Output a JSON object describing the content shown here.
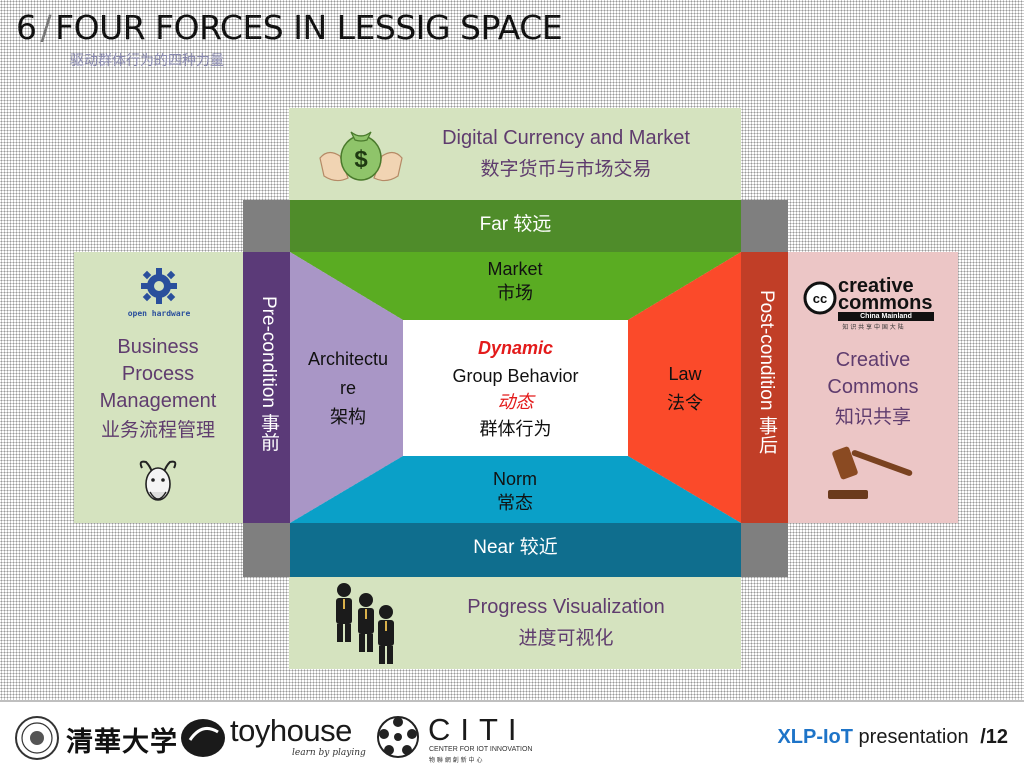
{
  "slide": {
    "number": "6",
    "slash": "/",
    "title": "FOUR FORCES IN LESSIG SPACE",
    "subtitle": "驱动群体行为的四种力量"
  },
  "top_panel": {
    "line1": "Digital Currency and Market",
    "line2": "数字货币与市场交易"
  },
  "far": "Far 较远",
  "near": "Near 较近",
  "market": {
    "en": "Market",
    "zh": "市场"
  },
  "architecture": {
    "en1": "Architectu",
    "en2": "re",
    "zh": "架构"
  },
  "law": {
    "en": "Law",
    "zh": "法令"
  },
  "norm": {
    "en": "Norm",
    "zh": "常态"
  },
  "center": {
    "line1": "Dynamic",
    "line2": "Group Behavior",
    "line3": "动态",
    "line4": "群体行为"
  },
  "pre": "Pre-condition 事前",
  "post": "Post-condition 事后",
  "left_panel": {
    "logo_text": "open hardware",
    "l1": "Business",
    "l2": "Process",
    "l3": "Management",
    "l4": "业务流程管理"
  },
  "right_panel": {
    "cc1": "creative",
    "cc2": "commons",
    "cc3": "China Mainland",
    "cc4": "知 识 共 享 中 国 大 陆",
    "l1": "Creative",
    "l2": "Commons",
    "l3": "知识共享"
  },
  "bottom_panel": {
    "line1": "Progress Visualization",
    "line2": "进度可视化"
  },
  "footer": {
    "tsinghua": "清華大学",
    "toyhouse": "toyhouse",
    "toyhouse_tag": "learn by playing",
    "citi": "CITI",
    "citi_sub1": "CENTER FOR IOT INNOVATION",
    "citi_sub2": "物 聯 網 創 新 中 心",
    "xlp": "XLP-IoT",
    "presentation": "presentation",
    "page": "/12"
  },
  "colors": {
    "market": "#5aac22",
    "architecture": "#a996c6",
    "law": "#fb4a2a",
    "norm": "#0aa0c8",
    "far": "#4f8c2a",
    "near": "#0f6e8e",
    "pre": "#5b3a78",
    "post": "#c13e27",
    "panel_green": "#d5e3bf",
    "panel_pink": "#ecc6c6",
    "accent": "#1e74c8"
  }
}
